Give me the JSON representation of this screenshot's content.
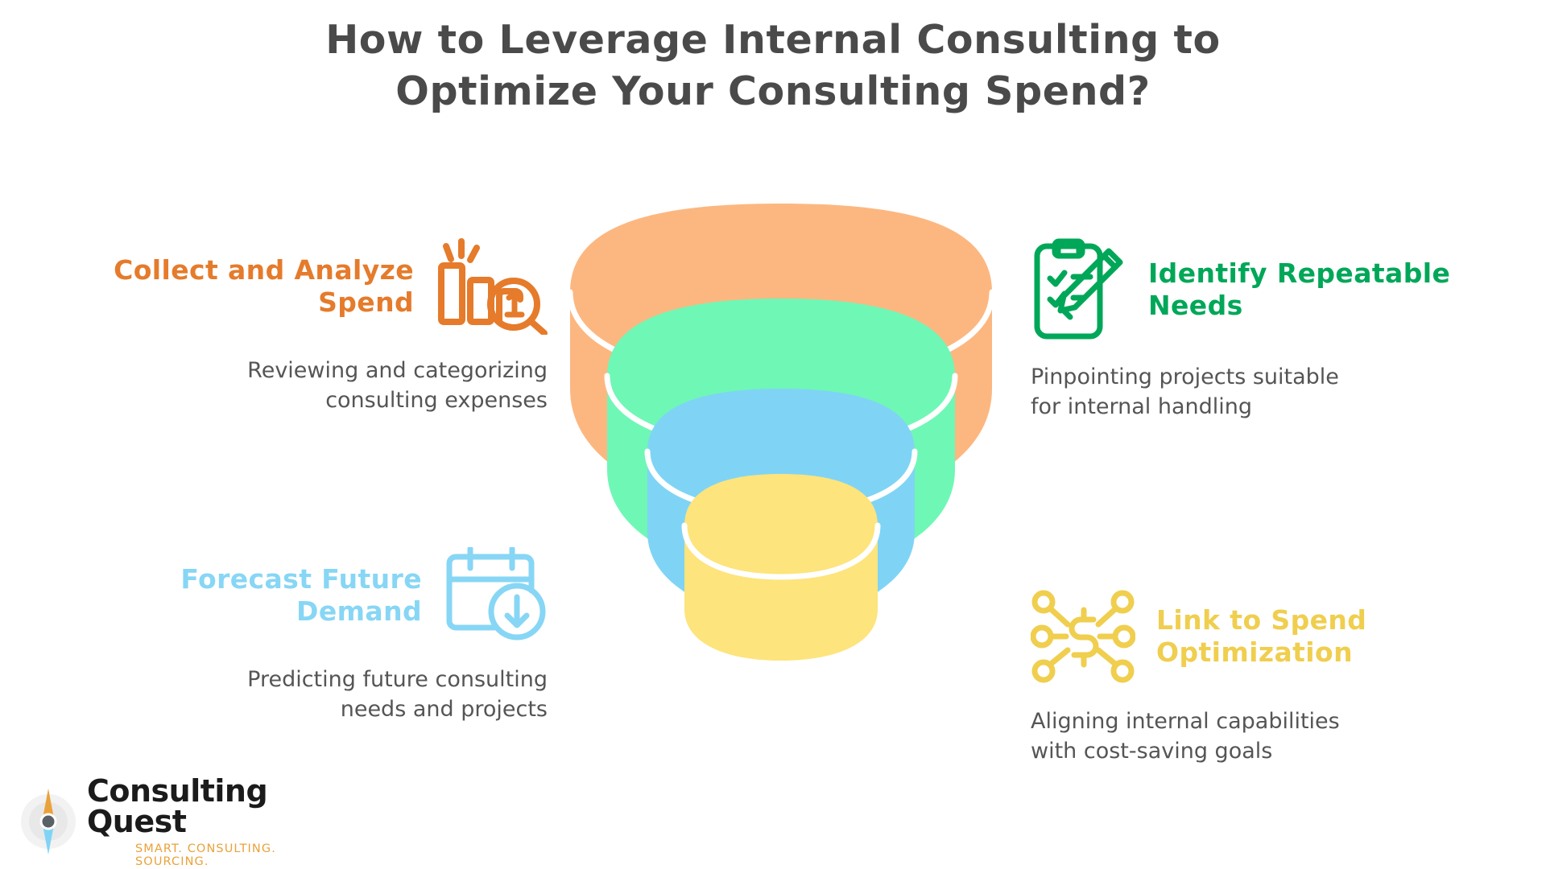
{
  "title": "How to Leverage Internal Consulting to\nOptimize Your Consulting Spend?",
  "colors": {
    "title": "#4a4a4a",
    "body_text": "#555555",
    "orange": "#F4A26A",
    "green": "#00A758",
    "blue": "#87D6F5",
    "yellow": "#F0CE4E",
    "funnel_orange": "#FCB780",
    "funnel_green": "#6FF7B6",
    "funnel_blue": "#7FD4F5",
    "funnel_yellow": "#FDE47C",
    "logo_orange": "#E9A23B",
    "logo_blue": "#7FD4F5",
    "logo_name": "#1B1B1B"
  },
  "steps": [
    {
      "id": "collect-and-analyze-spend",
      "heading": "Collect and Analyze\nSpend",
      "body": "Reviewing and categorizing\nconsulting expenses",
      "color": "#E57B2B",
      "icon": "bar-chart-magnifier-one-icon",
      "side": "left"
    },
    {
      "id": "identify-repeatable-needs",
      "heading": "Identify Repeatable\nNeeds",
      "body": "Pinpointing projects suitable\nfor internal handling",
      "color": "#00A758",
      "icon": "clipboard-pencil-checklist-icon",
      "side": "right"
    },
    {
      "id": "forecast-future-demand",
      "heading": "Forecast Future\nDemand",
      "body": "Predicting future consulting\nneeds and projects",
      "color": "#87D6F5",
      "icon": "calendar-download-arrow-icon",
      "side": "left"
    },
    {
      "id": "link-to-spend-optimization",
      "heading": "Link to Spend\nOptimization",
      "body": "Aligning internal capabilities\nwith cost-saving goals",
      "color": "#F0CE4E",
      "icon": "dollar-network-nodes-icon",
      "side": "right"
    }
  ],
  "funnel": {
    "type": "funnel",
    "name": "consulting-spend-funnel",
    "segments": [
      {
        "label": "Collect and Analyze Spend",
        "color": "#FCB780",
        "order": 1
      },
      {
        "label": "Identify Repeatable Needs",
        "color": "#6FF7B6",
        "order": 2
      },
      {
        "label": "Forecast Future Demand",
        "color": "#7FD4F5",
        "order": 3
      },
      {
        "label": "Link to Spend Optimization",
        "color": "#FDE47C",
        "order": 4
      }
    ]
  },
  "logo": {
    "name": "Consulting Quest",
    "tagline": "SMART. CONSULTING. SOURCING."
  }
}
